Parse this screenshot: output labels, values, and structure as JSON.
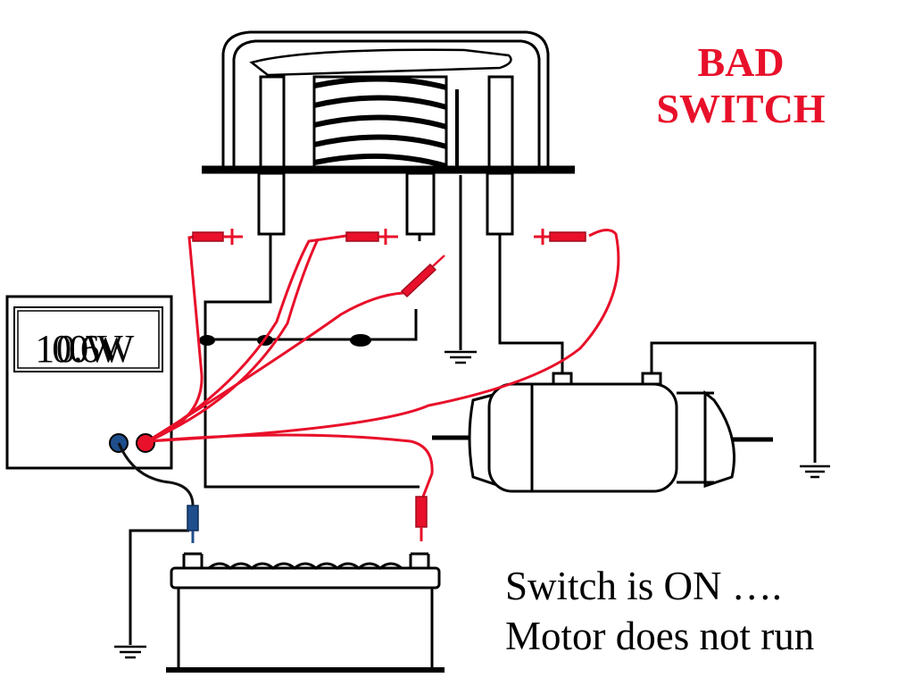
{
  "title": {
    "line1": "BAD",
    "line2": "SWITCH",
    "color": "#e8102a"
  },
  "caption": {
    "line1": "Switch is ON ….",
    "line2": "Motor does not run"
  },
  "meter": {
    "readings": [
      "100W",
      "0.6W"
    ]
  },
  "colors": {
    "lead_red": "#e8102a",
    "lead_blue": "#1f4e8c",
    "wire": "#000000"
  },
  "components": [
    "relay",
    "multimeter",
    "battery",
    "motor",
    "ground-symbol"
  ]
}
